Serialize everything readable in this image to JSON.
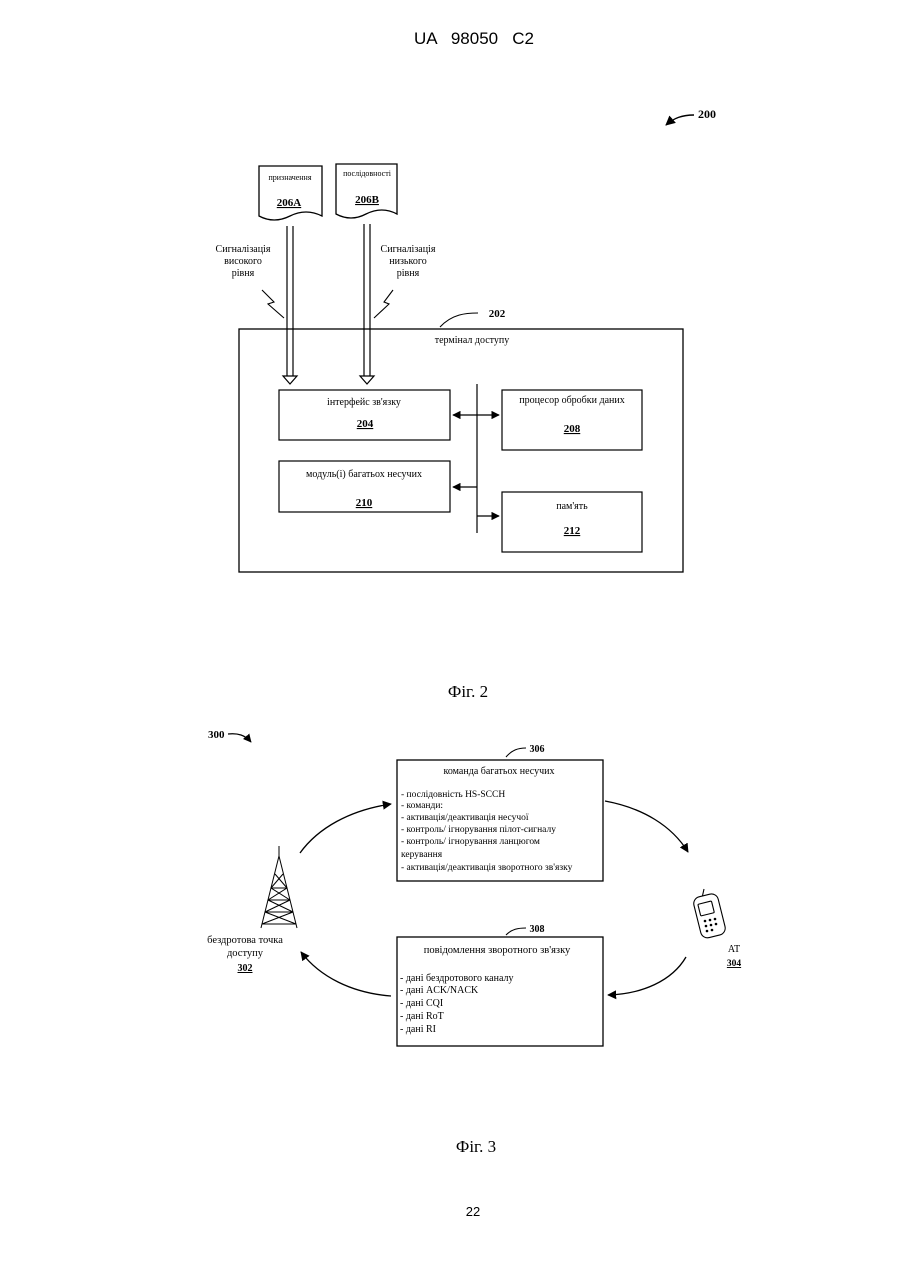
{
  "header": {
    "patent_number": "UA   98050   C2"
  },
  "fig2": {
    "ref_figure": "200",
    "doc_a": {
      "label": "призначення",
      "ref": "206A"
    },
    "doc_b": {
      "label": "послідовності",
      "ref": "206B"
    },
    "signal_high": [
      "Сигналізація",
      "високого",
      "рівня"
    ],
    "signal_low": [
      "Сигналізація",
      "низького",
      "рівня"
    ],
    "terminal": {
      "ref": "202",
      "label": "термінал доступу"
    },
    "comm_interface": {
      "label": "інтерфейс зв'язку",
      "ref": "204"
    },
    "processor": {
      "label": "процесор обробки даних",
      "ref": "208"
    },
    "multicarrier_module": {
      "label": "модуль(і) багатьох несучих",
      "ref": "210"
    },
    "memory": {
      "label": "пам'ять",
      "ref": "212"
    },
    "caption": "Фіг. 2"
  },
  "fig3": {
    "ref_figure": "300",
    "command_box": {
      "ref": "306",
      "title": "команда багатьох несучих",
      "lines": [
        "- послідовність HS-SCCH",
        "- команди:",
        "- активація/деактивація несучої",
        "- контроль/ ігнорування пілот-сигналу",
        "- контроль/ ігнорування ланцюгом",
        "керування",
        "- активація/деактивація зворотного зв'язку"
      ]
    },
    "feedback_box": {
      "ref": "308",
      "title": "повідомлення зворотного зв'язку",
      "lines": [
        "- дані бездротового каналу",
        "- дані ACK/NACK",
        "- дані CQI",
        "- дані RoT",
        "- дані RI"
      ]
    },
    "access_point": {
      "label_line1": "бездротова точка",
      "label_line2": "доступу",
      "ref": "302"
    },
    "terminal": {
      "label": "AT",
      "ref": "304"
    },
    "caption": "Фіг. 3"
  },
  "footer": {
    "page_number": "22"
  }
}
